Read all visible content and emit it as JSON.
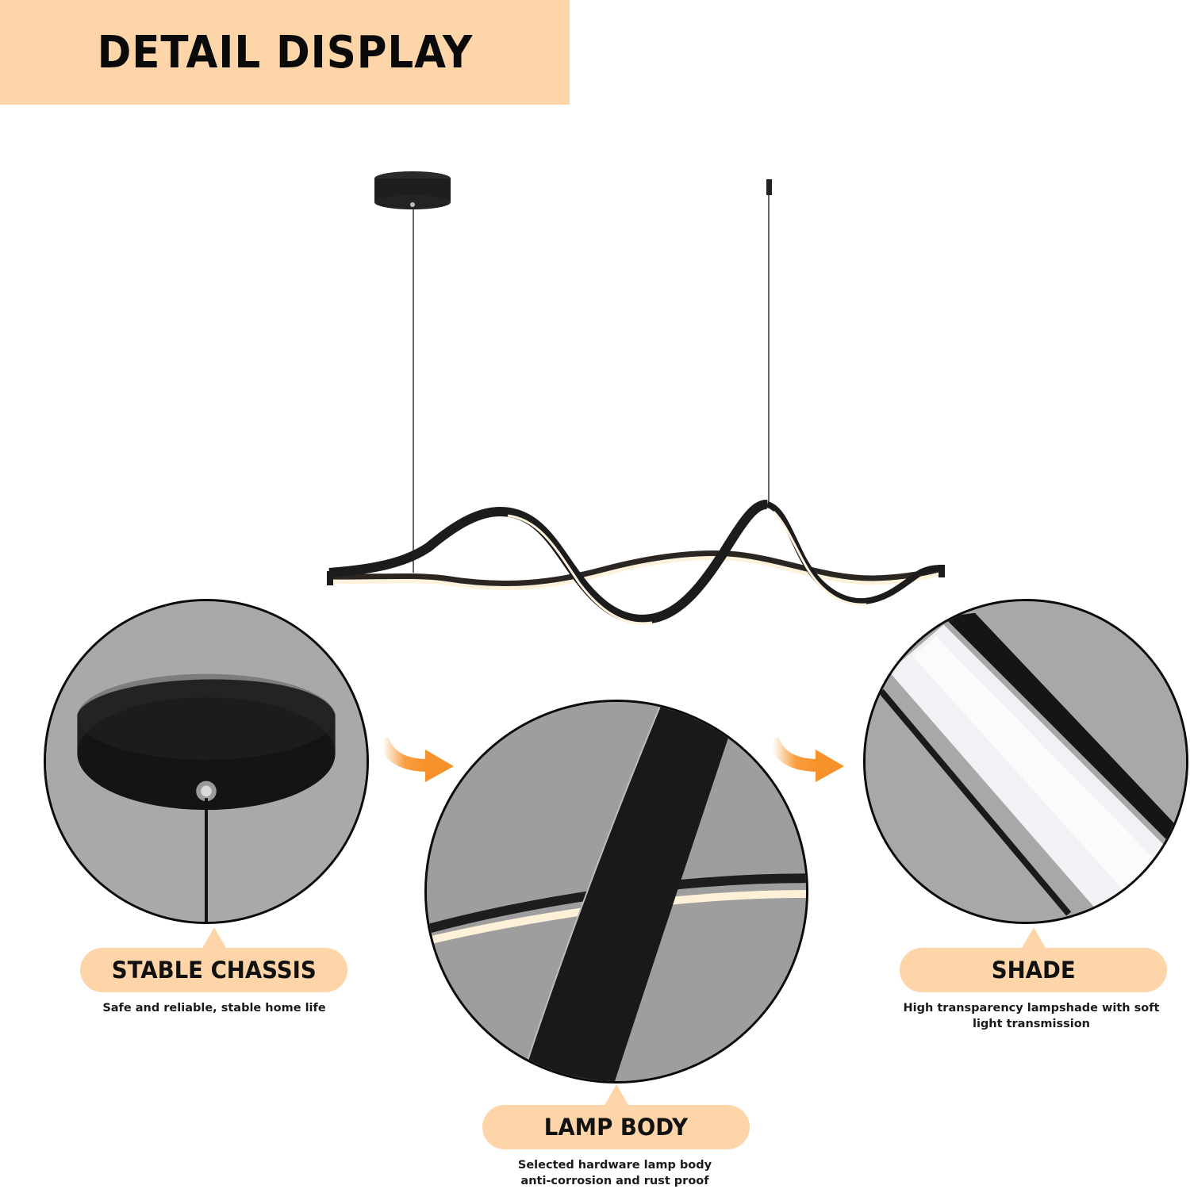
{
  "header": {
    "title": "DETAIL DISPLAY",
    "background_color": "#fdd5a8"
  },
  "product": {
    "image": "wave-pendant-light-icon",
    "finish_color": "#1c1c1c",
    "light_color": "#fff4e0"
  },
  "details": [
    {
      "id": "chassis",
      "image": "ceiling-canopy-closeup-icon",
      "label": "STABLE CHASSIS",
      "caption": "Safe and reliable, stable home life"
    },
    {
      "id": "body",
      "image": "lamp-body-closeup-icon",
      "label": "LAMP BODY",
      "caption_line1": "Selected hardware lamp body",
      "caption_line2": "anti-corrosion and rust proof"
    },
    {
      "id": "shade",
      "image": "lampshade-closeup-icon",
      "label": "SHADE",
      "caption_line1": "High transparency lampshade with soft",
      "caption_line2": "light transmission"
    }
  ],
  "arrows": {
    "color": "#f7922a",
    "icon": "curved-arrow-right-icon"
  },
  "callout_color": "#fdd5a8"
}
